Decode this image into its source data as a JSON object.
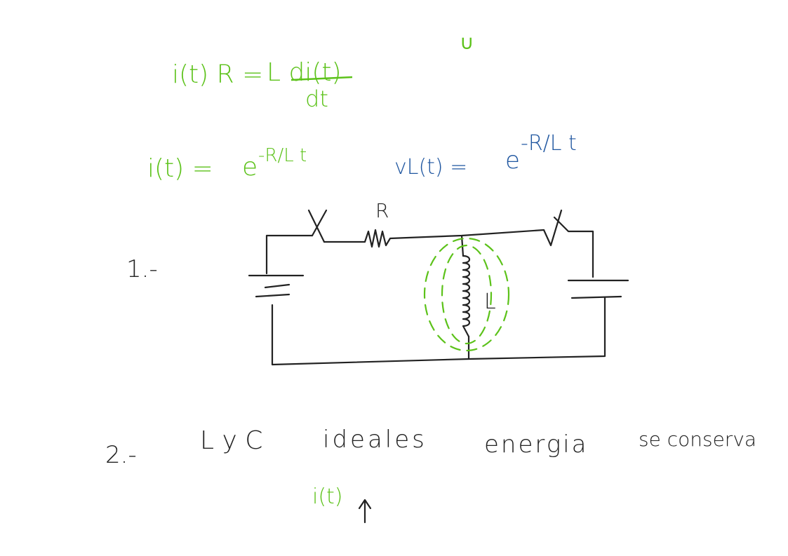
{
  "colors": {
    "green": "#5cc21a",
    "blue": "#1f56a0",
    "ink": "#222222"
  },
  "equations": {
    "ode_lhs": "i(t) R =",
    "ode_rhs_num": "L di(t)",
    "ode_rhs_den": "dt",
    "current": "i(t) =",
    "current_exp_base": "e",
    "current_exp": "-R/L t",
    "voltage": "vL(t) =",
    "voltage_exp_base": "e",
    "voltage_exp": "-R/L t",
    "mark": "∪"
  },
  "circuit": {
    "resistor_label": "R",
    "inductor_label": "L"
  },
  "notes": {
    "item1": "1.-",
    "item2": "2.-",
    "l_y_c": "L y C",
    "ideales": "ideales",
    "energia": "energia",
    "se_conserva": "se conserva",
    "it_label": "i(t)"
  }
}
